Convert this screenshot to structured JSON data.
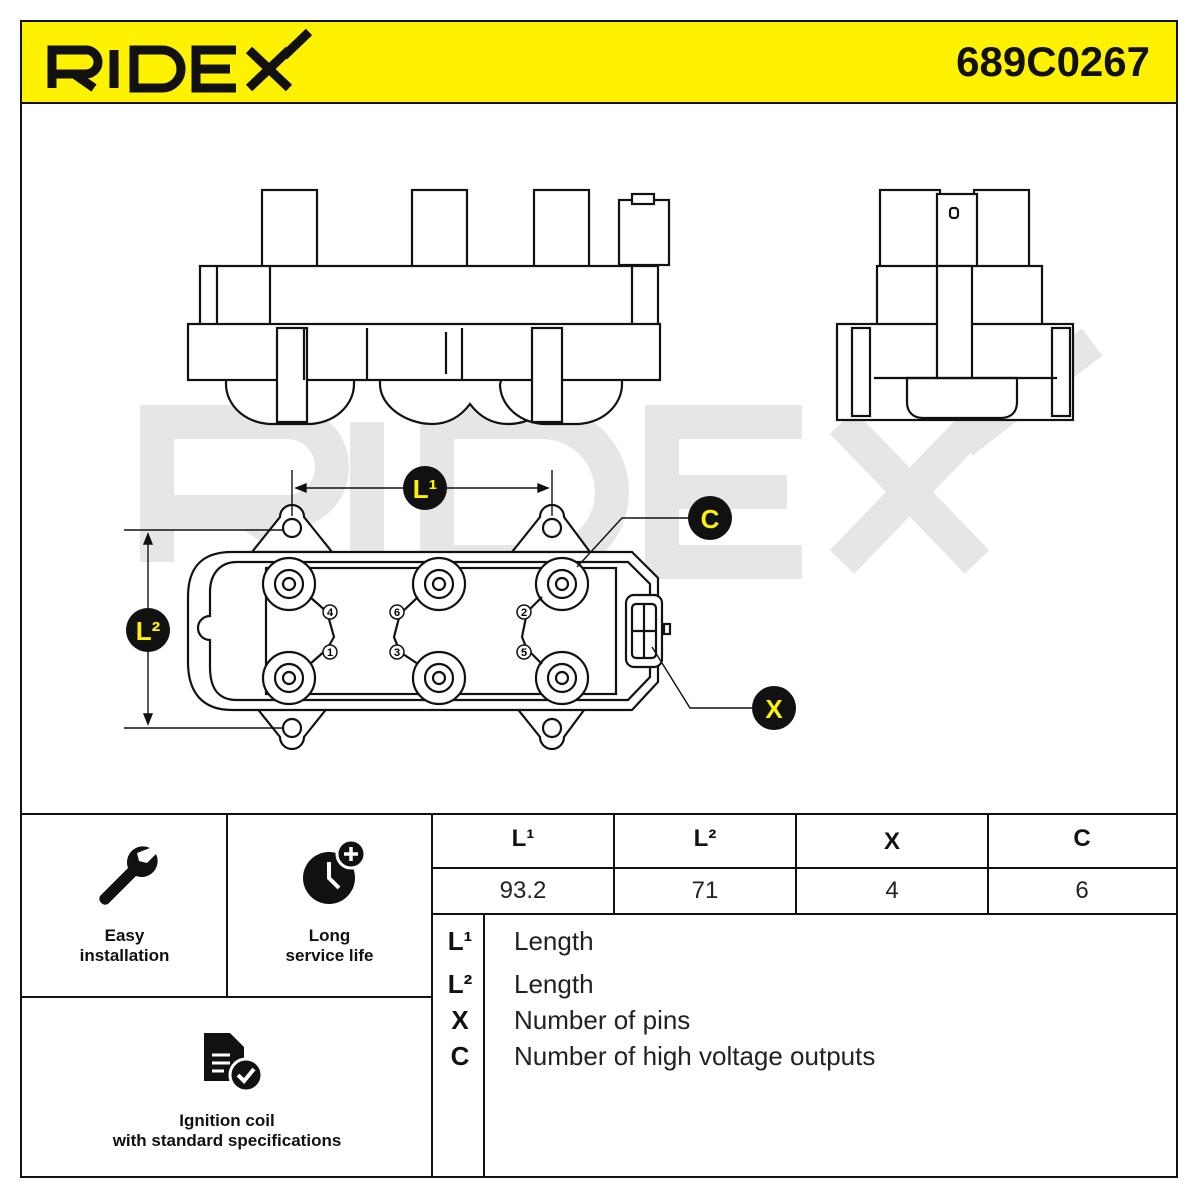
{
  "brand": {
    "logo_text": "RIDEX",
    "part_number": "689C0267",
    "accent": "#fff200"
  },
  "diagram": {
    "callouts": {
      "l1": "L¹",
      "l2": "L²",
      "x": "X",
      "c": "C"
    },
    "coil_numbers": [
      "4",
      "1",
      "6",
      "3",
      "2",
      "5"
    ]
  },
  "features": [
    {
      "icon": "wrench-icon",
      "line1": "Easy",
      "line2": "installation"
    },
    {
      "icon": "clock-plus-icon",
      "line1": "Long",
      "line2": "service life"
    },
    {
      "icon": "document-check-icon",
      "line1": "Ignition coil",
      "line2": "with standard specifications"
    }
  ],
  "spec_table": {
    "headers": [
      "L¹",
      "L²",
      "X",
      "C"
    ],
    "values": [
      "93.2",
      "71",
      "4",
      "6"
    ]
  },
  "legend": [
    {
      "symbol": "L¹",
      "text": "Length"
    },
    {
      "symbol": "L²",
      "text": "Length"
    },
    {
      "symbol": "X",
      "text": "Number of pins"
    },
    {
      "symbol": "C",
      "text": "Number of high voltage outputs"
    }
  ]
}
